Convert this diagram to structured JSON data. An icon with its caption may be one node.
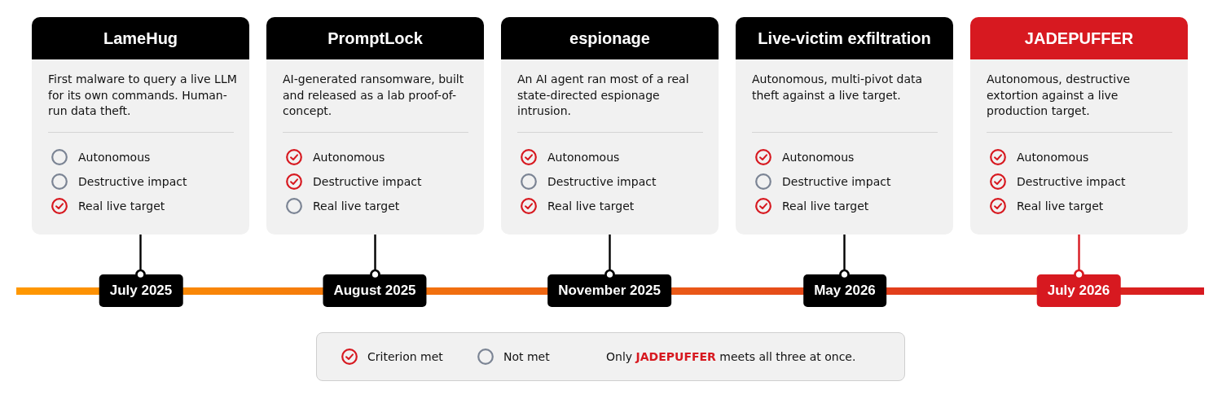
{
  "diagram": {
    "nodes": [
      {
        "text": [
          "LameHug",
          "First malware to query a live LLM for its own commands. Human-run data theft."
        ]
      },
      {
        "text": [],
        "shape": "circle",
        "beside": [
          "Autonomous"
        ],
        "in": 0
      },
      {
        "text": [],
        "shape": "circle",
        "beside": [
          "Destructive impact"
        ],
        "in": 0
      },
      {
        "text": [],
        "shape": "check",
        "beside": [
          "Real live target"
        ],
        "in": 0
      },
      {
        "text": [
          "PromptLock",
          "AI-generated ransomware, built and released as a lab proof-of-concept."
        ]
      },
      {
        "text": [],
        "shape": "check",
        "beside": [
          "Autonomous"
        ],
        "in": 4
      },
      {
        "text": [],
        "shape": "check",
        "beside": [
          "Destructive impact"
        ],
        "in": 4
      },
      {
        "text": [],
        "shape": "circle",
        "beside": [
          "Real live target"
        ],
        "in": 4
      },
      {
        "text": [
          "espionage",
          "An AI agent ran most of a real state-directed espionage intrusion."
        ]
      },
      {
        "text": [],
        "shape": "check",
        "beside": [
          "Autonomous"
        ],
        "in": 8
      },
      {
        "text": [],
        "shape": "circle",
        "beside": [
          "Destructive impact"
        ],
        "in": 8
      },
      {
        "text": [],
        "shape": "check",
        "beside": [
          "Real live target"
        ],
        "in": 8
      },
      {
        "text": [
          "Live-victim exfiltration",
          "Autonomous, multi-pivot data theft against a live target."
        ]
      },
      {
        "text": [],
        "shape": "check",
        "beside": [
          "Autonomous"
        ],
        "in": 12
      },
      {
        "text": [],
        "shape": "circle",
        "beside": [
          "Destructive impact"
        ],
        "in": 12
      },
      {
        "text": [],
        "shape": "check",
        "beside": [
          "Real live target"
        ],
        "in": 12
      },
      {
        "text": [
          "JADEPUFFER",
          "Autonomous, destructive extortion against a live production target."
        ]
      },
      {
        "text": [],
        "shape": "check",
        "beside": [
          "Autonomous"
        ],
        "in": 16
      },
      {
        "text": [],
        "shape": "check",
        "beside": [
          "Destructive impact"
        ],
        "in": 16
      },
      {
        "text": [],
        "shape": "check",
        "beside": [
          "Real live target"
        ],
        "in": 16
      },
      {
        "text": [
          "July 2025"
        ]
      },
      {
        "text": [
          "August 2025"
        ]
      },
      {
        "text": [
          "November 2025"
        ]
      },
      {
        "text": [
          "May 2026"
        ]
      },
      {
        "text": [
          "July 2026"
        ]
      }
    ],
    "edges": [
      {
        "from": 0,
        "to": 20,
        "arrow": "other"
      },
      {
        "from": 4,
        "to": 21,
        "arrow": "other"
      },
      {
        "from": 8,
        "to": 22,
        "arrow": "other"
      },
      {
        "from": 12,
        "to": 23,
        "arrow": "other"
      },
      {
        "from": 16,
        "to": 24,
        "arrow": "other",
        "color": "#d71920"
      }
    ],
    "labels": [
      "Only **JADEPUFFER** meets all three at once."
    ],
    "legend": [
      {
        "text": "Criterion met"
      },
      {
        "text": "Not met"
      }
    ]
  }
}
